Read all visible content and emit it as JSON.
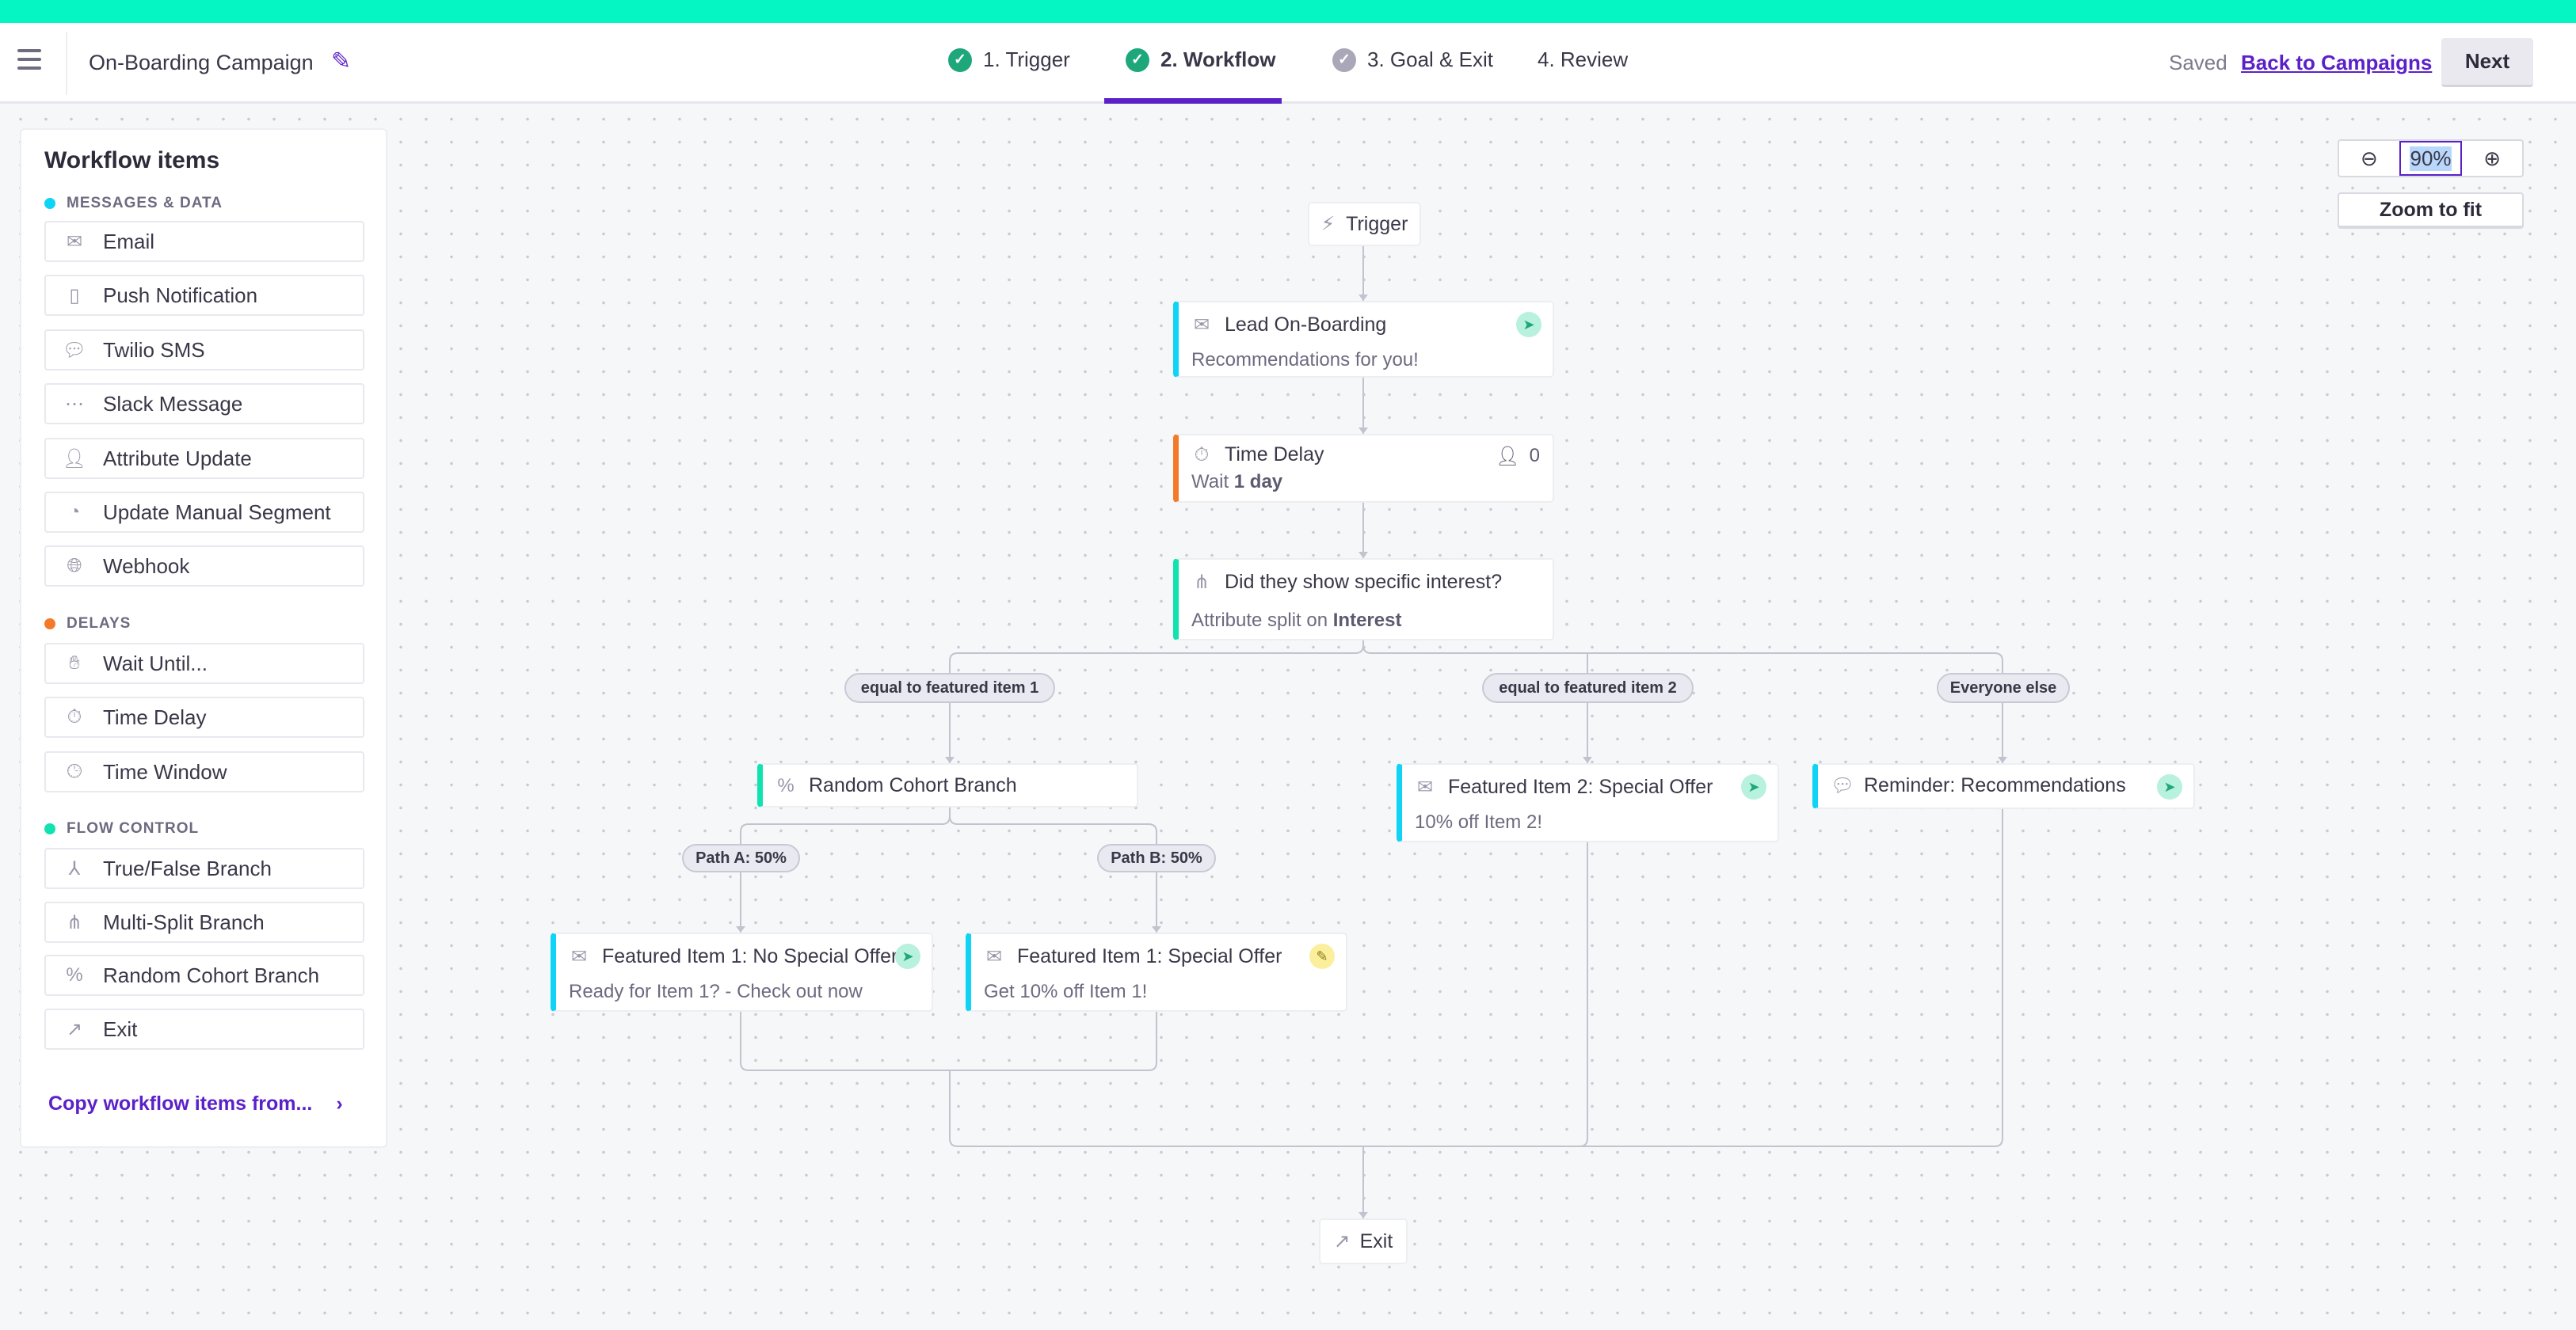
{
  "header": {
    "campaign_title": "On-Boarding Campaign",
    "saved": "Saved",
    "back_link": "Back to Campaigns",
    "next": "Next",
    "steps": [
      {
        "label": "1. Trigger",
        "status": "complete"
      },
      {
        "label": "2. Workflow",
        "status": "active"
      },
      {
        "label": "3. Goal & Exit",
        "status": "pending"
      },
      {
        "label": "4. Review",
        "status": "none"
      }
    ]
  },
  "colors": {
    "brand": "#05f5c3",
    "accent": "#5b21c9",
    "messages": "#0fd4f5",
    "delays": "#f47a2a",
    "flow": "#10e3b0"
  },
  "sidebar": {
    "title": "Workflow items",
    "sections": [
      {
        "label": "MESSAGES & DATA",
        "items": [
          "Email",
          "Push Notification",
          "Twilio SMS",
          "Slack Message",
          "Attribute Update",
          "Update Manual Segment",
          "Webhook"
        ]
      },
      {
        "label": "DELAYS",
        "items": [
          "Wait Until...",
          "Time Delay",
          "Time Window"
        ]
      },
      {
        "label": "FLOW CONTROL",
        "items": [
          "True/False Branch",
          "Multi-Split Branch",
          "Random Cohort Branch",
          "Exit"
        ]
      }
    ],
    "copy_link": "Copy workflow items from...",
    "copy_chevron": "›"
  },
  "zoom": {
    "level": "90%",
    "fit": "Zoom to fit"
  },
  "canvas": {
    "trigger": "Trigger",
    "exit": "Exit",
    "lead": {
      "title": "Lead On-Boarding",
      "subtitle": "Recommendations for you!",
      "status": "sent"
    },
    "delay": {
      "title": "Time Delay",
      "prefix": "Wait ",
      "value": "1 day",
      "count": "0"
    },
    "split": {
      "title": "Did they show specific interest?",
      "prefix": "Attribute split on ",
      "value": "Interest"
    },
    "branches": [
      "equal to featured item 1",
      "equal to featured item 2",
      "Everyone else"
    ],
    "cohort": {
      "title": "Random Cohort Branch",
      "paths": [
        "Path A: 50%",
        "Path B: 50%"
      ]
    },
    "fi2": {
      "title": "Featured Item 2: Special Offer",
      "subtitle": "10% off Item 2!",
      "status": "sent"
    },
    "reminder": {
      "title": "Reminder: Recommendations",
      "status": "sent"
    },
    "fi1a": {
      "title": "Featured Item 1: No Special Offer",
      "subtitle": "Ready for Item 1? - Check out now",
      "status": "sent"
    },
    "fi1b": {
      "title": "Featured Item 1: Special Offer",
      "subtitle": "Get 10% off Item 1!",
      "status": "draft"
    }
  }
}
